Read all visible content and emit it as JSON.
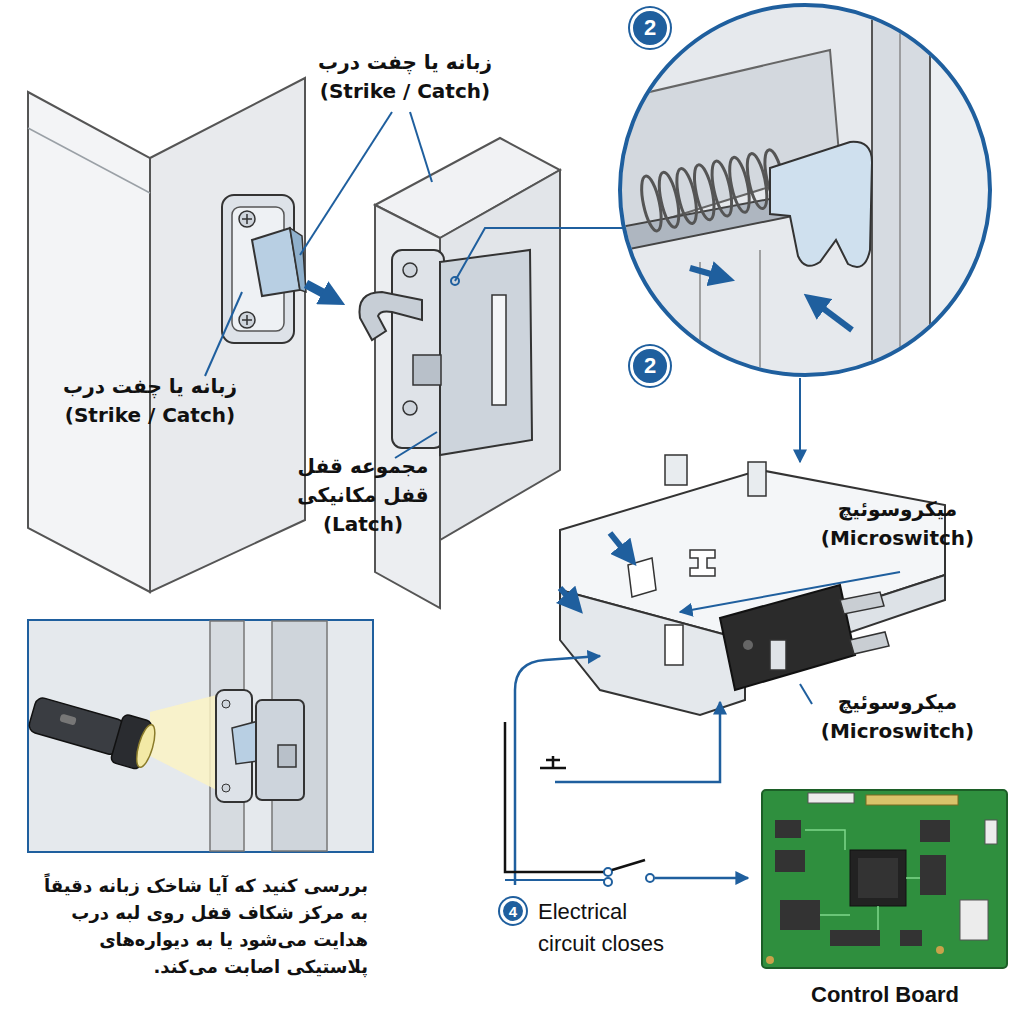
{
  "diagram": {
    "nodes": [
      {
        "text": [
          "2"
        ]
      },
      {
        "text": [
          "2"
        ]
      },
      {
        "text": [
          "بررسی کنید که آیا شاخک زبانه دقیقاً به مرکز شکاف قفل روی لبه درب هدایت می‌شود یا به دیواره‌های پلاستیکی اصابت می‌کند."
        ]
      },
      {
        "text": [
          "4"
        ]
      },
      {
        "text": [
          "Control Board"
        ]
      }
    ],
    "labels": [
      "زبانه یا چفت درب (Strike / Catch)",
      "زبانه یا چفت درب (Strike / Catch)",
      "مجموعه قفل قفل مکانیکی (Latch)",
      "میکروسوئیچ (Microswitch)",
      "میکروسوئیچ (Microswitch)",
      "Electrical circuit closes"
    ]
  }
}
